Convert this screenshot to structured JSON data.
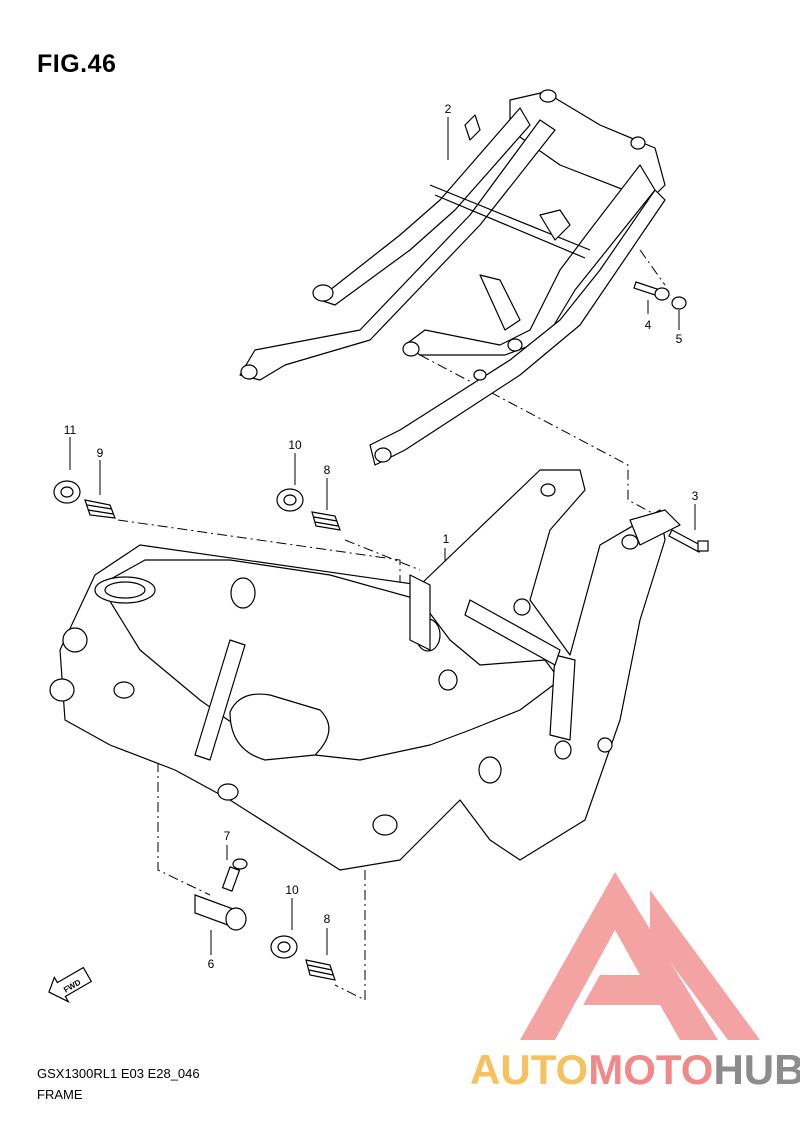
{
  "figure": {
    "title": "FIG.46"
  },
  "callouts": [
    {
      "id": "1",
      "label": "1"
    },
    {
      "id": "2",
      "label": "2"
    },
    {
      "id": "3",
      "label": "3"
    },
    {
      "id": "4",
      "label": "4"
    },
    {
      "id": "5",
      "label": "5"
    },
    {
      "id": "6",
      "label": "6"
    },
    {
      "id": "7",
      "label": "7"
    },
    {
      "id": "8a",
      "label": "8"
    },
    {
      "id": "8b",
      "label": "8"
    },
    {
      "id": "9",
      "label": "9"
    },
    {
      "id": "10a",
      "label": "10"
    },
    {
      "id": "10b",
      "label": "10"
    },
    {
      "id": "11",
      "label": "11"
    }
  ],
  "fwd_marker": {
    "label": "FWD",
    "icon": "forward-arrow-icon"
  },
  "footer": {
    "model_code": "GSX1300RL1 E03 E28_046",
    "section": "FRAME"
  },
  "watermark": {
    "part1": "AUTO",
    "part2": "MOTO",
    "part3": "HUB",
    "logo_icon": "triangle-m-logo-icon",
    "colors": {
      "auto": "#f6c15f",
      "moto": "#f08a8a",
      "hub": "#8c8c8c"
    }
  }
}
